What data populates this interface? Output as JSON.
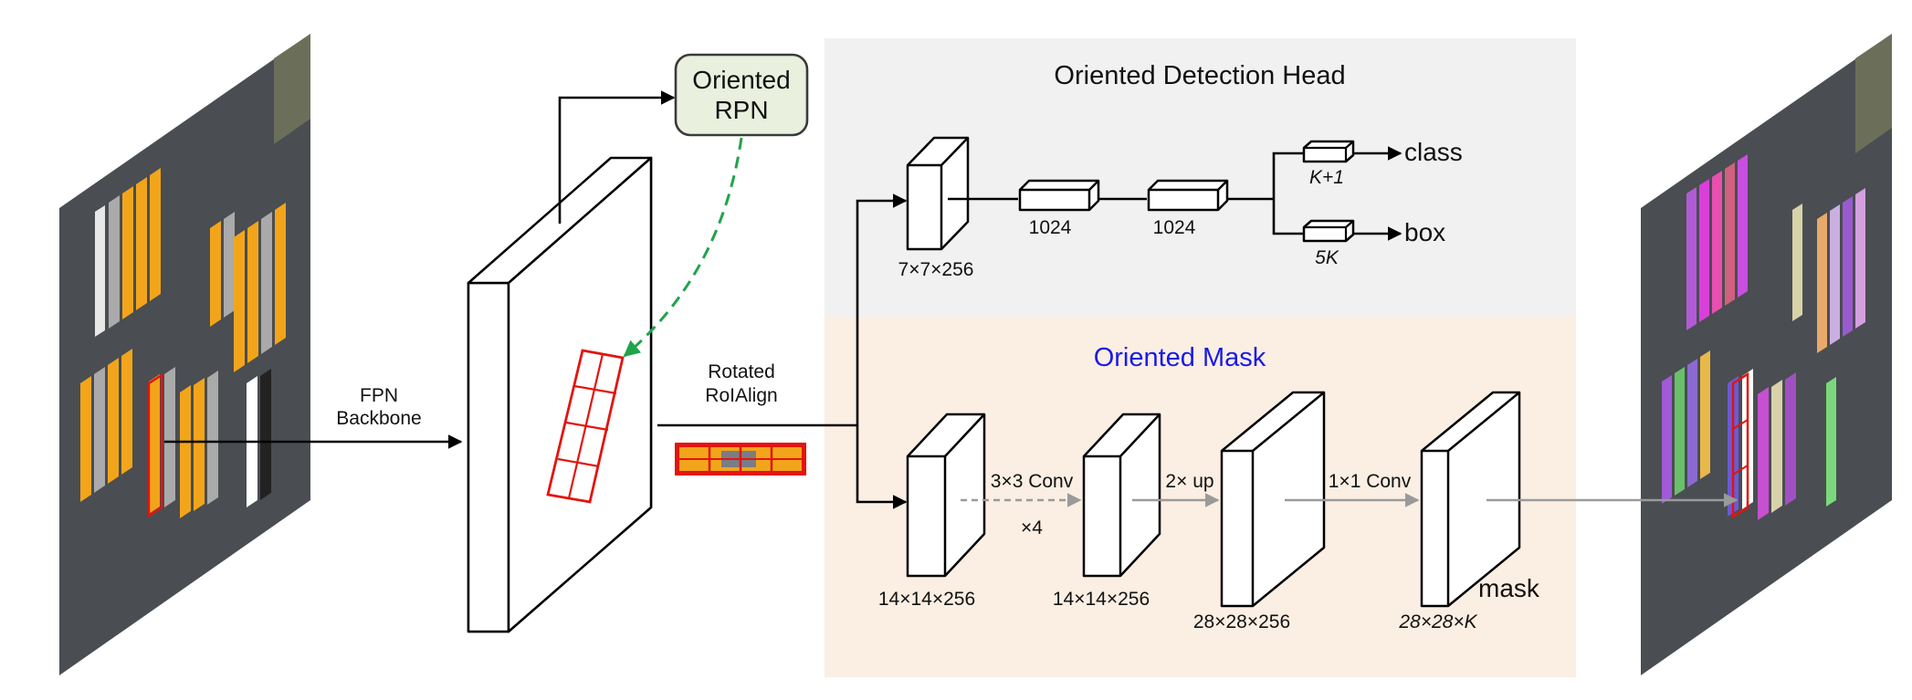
{
  "title": {
    "detection_head": "Oriented Detection Head",
    "mask_head": "Oriented Mask"
  },
  "rpn": {
    "line1": "Oriented",
    "line2": "RPN"
  },
  "backbone": {
    "line1": "FPN",
    "line2": "Backbone"
  },
  "roi_align": {
    "line1": "Rotated",
    "line2": "RoIAlign"
  },
  "detection": {
    "roi_feature": "7×7×256",
    "fc1": "1024",
    "fc2": "1024",
    "cls_dim": "K+1",
    "box_dim": "5K",
    "cls_out": "class",
    "box_out": "box"
  },
  "mask": {
    "in_dim": "14×14×256",
    "conv_label": "3×3 Conv",
    "conv_repeat": "×4",
    "conv_dim": "14×14×256",
    "up_label": "2× up",
    "up_dim": "28×28×256",
    "final_conv_label": "1×1 Conv",
    "out_dim": "28×28×K",
    "out_name": "mask"
  },
  "colors": {
    "detection_bg": "#f1f1f1",
    "mask_bg": "#fbeee3",
    "rpn_fill": "#e9f0de",
    "rpn_stroke": "#3a3a3a",
    "rpn_arrow": "#21a34b",
    "roi_box": "#e3140e",
    "mask_title": "#1a1ae6",
    "flow_gray": "#9a9a9a"
  }
}
